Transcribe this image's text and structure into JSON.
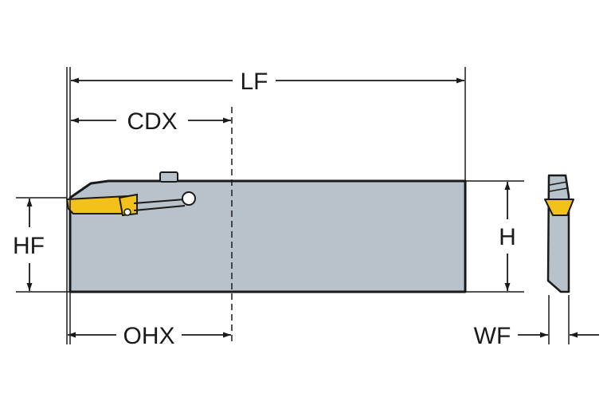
{
  "labels": {
    "lf": "LF",
    "cdx": "CDX",
    "hf": "HF",
    "h": "H",
    "ohx": "OHX",
    "wf": "WF"
  },
  "colors": {
    "body_fill": "#b8c2ca",
    "insert_fill": "#f2c21a",
    "outline": "#1a1a1a",
    "background": "#ffffff"
  }
}
